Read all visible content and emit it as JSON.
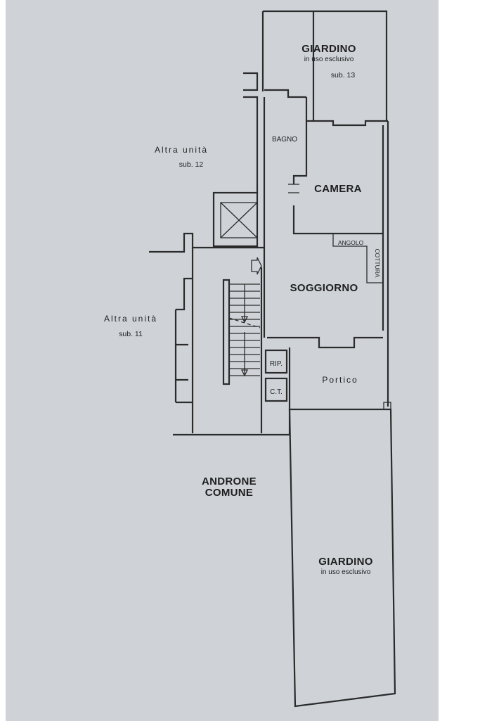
{
  "plan": {
    "background_color": "#cfd3d8",
    "line_color": "#2b2b2b",
    "labels": {
      "giardino_top": "GIARDINO",
      "giardino_top_note": "in uso esclusivo",
      "giardino_top_sub": "sub. 13",
      "bagno": "BAGNO",
      "camera": "CAMERA",
      "angolo": "ANGOLO",
      "cottura": "COTTURA",
      "soggiorno": "SOGGIORNO",
      "rip": "RIP.",
      "ct": "C.T.",
      "portico": "Portico",
      "altra_unita_12": "Altra unità",
      "altra_unita_12_sub": "sub. 12",
      "altra_unita_11": "Altra unità",
      "altra_unita_11_sub": "sub. 11",
      "androne_line1": "ANDRONE",
      "androne_line2": "COMUNE",
      "giardino_bottom": "GIARDINO",
      "giardino_bottom_note": "in uso esclusivo"
    }
  }
}
